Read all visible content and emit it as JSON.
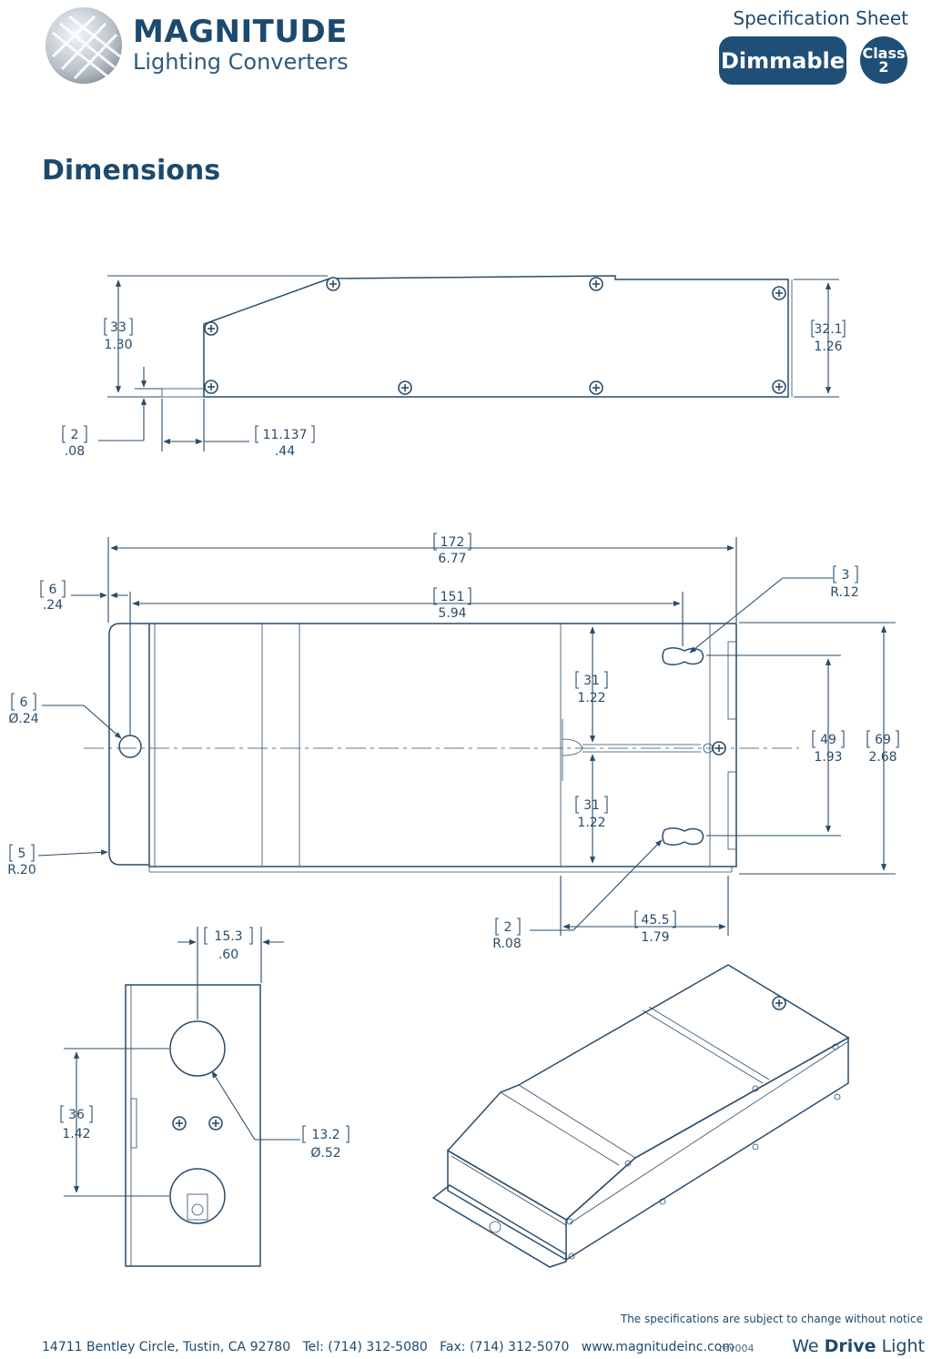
{
  "header": {
    "brand": "MAGNITUDE",
    "brand_sub": "Lighting Converters",
    "spec_title": "Specification Sheet",
    "badge_dimmable": "Dimmable",
    "badge_class_line1": "Class",
    "badge_class_line2": "2"
  },
  "section_title": "Dimensions",
  "dimensions": {
    "side_height": [
      "33",
      "1.30"
    ],
    "side_right_height": [
      "32.1",
      "1.26"
    ],
    "flange_thickness": [
      "2",
      ".08"
    ],
    "flange_offset": [
      "11.137",
      ".44"
    ],
    "overall_length": [
      "172",
      "6.77"
    ],
    "hole_spacing": [
      "151",
      "5.94"
    ],
    "edge_offset": [
      "6",
      ".24"
    ],
    "mount_hole_dia": [
      "6",
      "Ø.24"
    ],
    "corner_radius": [
      "5",
      "R.20"
    ],
    "keyhole_radius": [
      "3",
      "R.12"
    ],
    "keyhole_upper": [
      "31",
      "1.22"
    ],
    "keyhole_lower": [
      "31",
      "1.22"
    ],
    "keyhole_spacing": [
      "49",
      "1.93"
    ],
    "overall_width": [
      "69",
      "2.68"
    ],
    "small_radius": [
      "2",
      "R.08"
    ],
    "end_section": [
      "45.5",
      "1.79"
    ],
    "knockout_offset": [
      "15.3",
      ".60"
    ],
    "knockout_spacing": [
      "36",
      "1.42"
    ],
    "knockout_dia": [
      "13.2",
      "Ø.52"
    ]
  },
  "footer": {
    "disclaimer": "The specifications are subject to change without notice",
    "address": "14711 Bentley Circle, Tustin, CA 92780   Tel: (714) 312-5080   Fax: (714) 312-5070   www.magnitudeinc.com",
    "rev": "rev004",
    "tagline_pre": "We ",
    "tagline_bold": "Drive",
    "tagline_post": " Light"
  }
}
